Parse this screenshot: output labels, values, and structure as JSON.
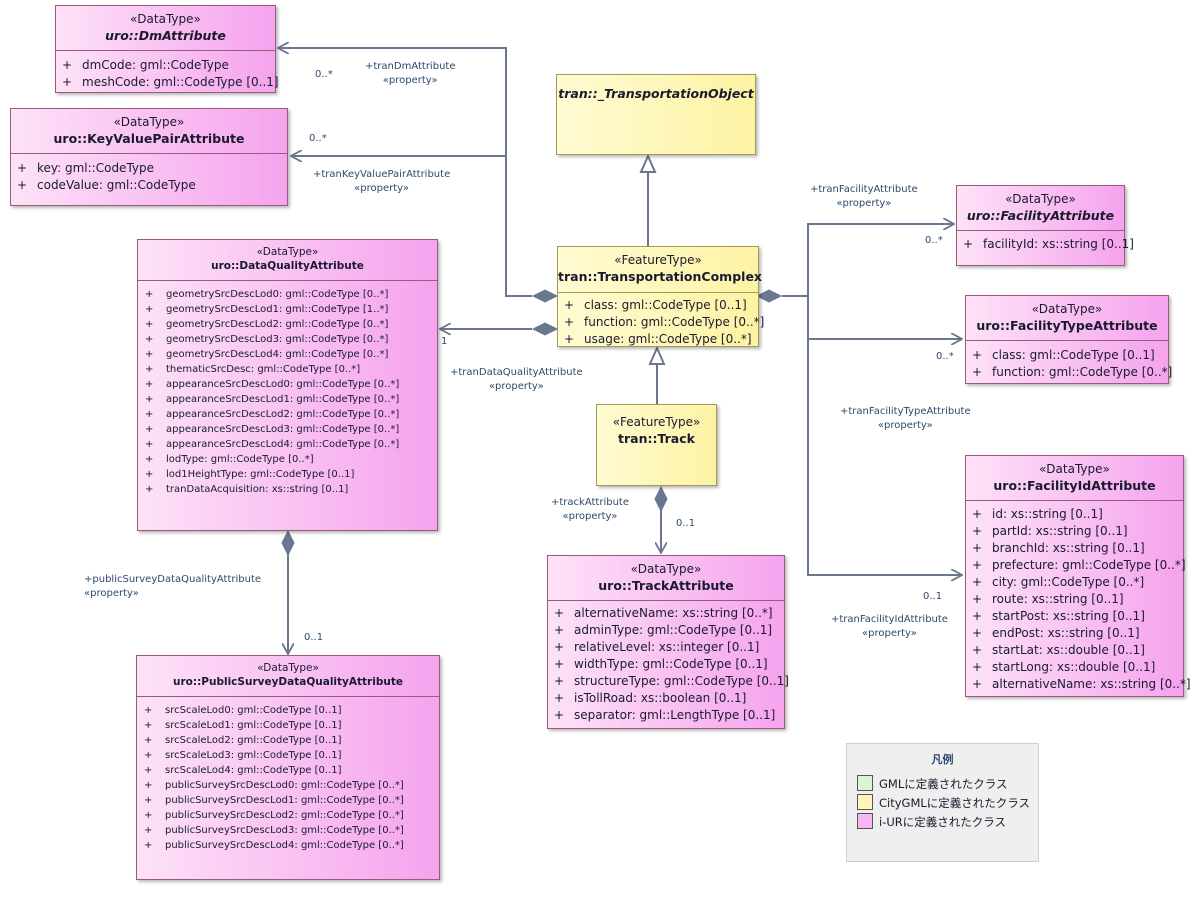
{
  "colors": {
    "pink_box": "#f5a3ee",
    "yellow_box": "#fdf3a4",
    "line": "#6b7690",
    "legend_gml": "#d5f5d5",
    "legend_citygml": "#fdf6b8",
    "legend_iur": "#f7b6f2"
  },
  "classes": {
    "dm_attribute": {
      "stereotype": "«DataType»",
      "name": "uro::DmAttribute",
      "attributes": [
        "dmCode: gml::CodeType",
        "meshCode: gml::CodeType [0..1]"
      ]
    },
    "key_value_pair_attribute": {
      "stereotype": "«DataType»",
      "name": "uro::KeyValuePairAttribute",
      "attributes": [
        "key: gml::CodeType",
        "codeValue: gml::CodeType"
      ]
    },
    "transportation_object": {
      "name": "tran::_TransportationObject"
    },
    "transportation_complex": {
      "stereotype": "«FeatureType»",
      "name": "tran::TransportationComplex",
      "attributes": [
        "class: gml::CodeType [0..1]",
        "function: gml::CodeType [0..*]",
        "usage: gml::CodeType [0..*]"
      ]
    },
    "track": {
      "stereotype": "«FeatureType»",
      "name": "tran::Track"
    },
    "data_quality_attribute": {
      "stereotype": "«DataType»",
      "name": "uro::DataQualityAttribute",
      "attributes": [
        "geometrySrcDescLod0: gml::CodeType [0..*]",
        "geometrySrcDescLod1: gml::CodeType [1..*]",
        "geometrySrcDescLod2: gml::CodeType [0..*]",
        "geometrySrcDescLod3: gml::CodeType [0..*]",
        "geometrySrcDescLod4: gml::CodeType [0..*]",
        "thematicSrcDesc: gml::CodeType [0..*]",
        "appearanceSrcDescLod0: gml::CodeType [0..*]",
        "appearanceSrcDescLod1: gml::CodeType [0..*]",
        "appearanceSrcDescLod2: gml::CodeType [0..*]",
        "appearanceSrcDescLod3: gml::CodeType [0..*]",
        "appearanceSrcDescLod4: gml::CodeType [0..*]",
        "lodType: gml::CodeType [0..*]",
        "lod1HeightType: gml::CodeType [0..1]",
        "tranDataAcquisition: xs::string [0..1]"
      ]
    },
    "public_survey_data_quality_attribute": {
      "stereotype": "«DataType»",
      "name": "uro::PublicSurveyDataQualityAttribute",
      "attributes": [
        "srcScaleLod0: gml::CodeType [0..1]",
        "srcScaleLod1: gml::CodeType [0..1]",
        "srcScaleLod2: gml::CodeType [0..1]",
        "srcScaleLod3: gml::CodeType [0..1]",
        "srcScaleLod4: gml::CodeType [0..1]",
        "publicSurveySrcDescLod0: gml::CodeType [0..*]",
        "publicSurveySrcDescLod1: gml::CodeType [0..*]",
        "publicSurveySrcDescLod2: gml::CodeType [0..*]",
        "publicSurveySrcDescLod3: gml::CodeType [0..*]",
        "publicSurveySrcDescLod4: gml::CodeType [0..*]"
      ]
    },
    "track_attribute": {
      "stereotype": "«DataType»",
      "name": "uro::TrackAttribute",
      "attributes": [
        "alternativeName: xs::string [0..*]",
        "adminType: gml::CodeType [0..1]",
        "relativeLevel: xs::integer [0..1]",
        "widthType: gml::CodeType [0..1]",
        "structureType: gml::CodeType [0..1]",
        "isTollRoad: xs::boolean [0..1]",
        "separator: gml::LengthType [0..1]"
      ]
    },
    "facility_attribute": {
      "stereotype": "«DataType»",
      "name": "uro::FacilityAttribute",
      "attributes": [
        "facilityId: xs::string [0..1]"
      ]
    },
    "facility_type_attribute": {
      "stereotype": "«DataType»",
      "name": "uro::FacilityTypeAttribute",
      "attributes": [
        "class: gml::CodeType [0..1]",
        "function: gml::CodeType [0..*]"
      ]
    },
    "facility_id_attribute": {
      "stereotype": "«DataType»",
      "name": "uro::FacilityIdAttribute",
      "attributes": [
        "id: xs::string [0..1]",
        "partId: xs::string [0..1]",
        "branchId: xs::string [0..1]",
        "prefecture: gml::CodeType [0..*]",
        "city: gml::CodeType [0..*]",
        "route: xs::string [0..1]",
        "startPost: xs::string [0..1]",
        "endPost: xs::string [0..1]",
        "startLat: xs::double [0..1]",
        "startLong: xs::double [0..1]",
        "alternativeName: xs::string [0..*]"
      ]
    }
  },
  "associations": {
    "dm": {
      "role": "+tranDmAttribute",
      "stereotype": "«property»",
      "multiplicity": "0..*"
    },
    "kvp": {
      "role": "+tranKeyValuePairAttribute",
      "stereotype": "«property»",
      "multiplicity": "0..*"
    },
    "dq": {
      "role": "+tranDataQualityAttribute",
      "stereotype": "«property»",
      "multiplicity": "1"
    },
    "ps": {
      "role": "+publicSurveyDataQualityAttribute",
      "stereotype": "«property»",
      "multiplicity": "0..1"
    },
    "track": {
      "role": "+trackAttribute",
      "stereotype": "«property»",
      "multiplicity": "0..1"
    },
    "fac": {
      "role": "+tranFacilityAttribute",
      "stereotype": "«property»",
      "multiplicity": "0..*"
    },
    "factype": {
      "role": "+tranFacilityTypeAttribute",
      "stereotype": "«property»",
      "multiplicity": "0..*"
    },
    "facid": {
      "role": "+tranFacilityIdAttribute",
      "stereotype": "«property»",
      "multiplicity": "0..1"
    }
  },
  "legend": {
    "title": "凡例",
    "items": [
      {
        "label": "GMLに定義されたクラス"
      },
      {
        "label": "CityGMLに定義されたクラス"
      },
      {
        "label": "i-URに定義されたクラス"
      }
    ]
  }
}
